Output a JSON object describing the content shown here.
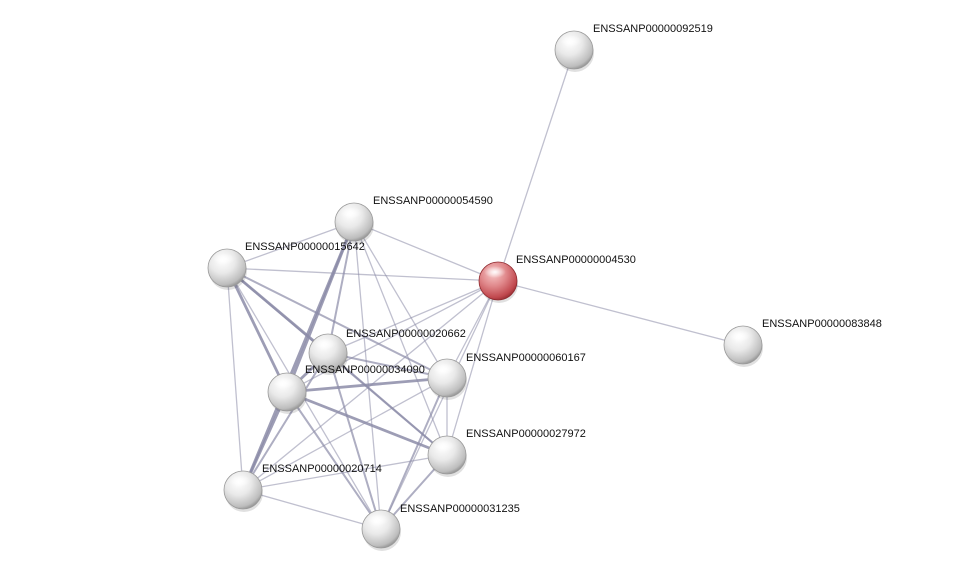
{
  "network": {
    "nodes": [
      {
        "id": "ENSSANP00000092519",
        "label": "ENSSANP00000092519",
        "color": "gray"
      },
      {
        "id": "ENSSANP00000054590",
        "label": "ENSSANP00000054590",
        "color": "gray"
      },
      {
        "id": "ENSSANP00000015642",
        "label": "ENSSANP00000015642",
        "color": "gray"
      },
      {
        "id": "ENSSANP00000004530",
        "label": "ENSSANP00000004530",
        "color": "red"
      },
      {
        "id": "ENSSANP00000083848",
        "label": "ENSSANP00000083848",
        "color": "gray"
      },
      {
        "id": "ENSSANP00000020662",
        "label": "ENSSANP00000020662",
        "color": "gray"
      },
      {
        "id": "ENSSANP00000034090",
        "label": "ENSSANP00000034090",
        "color": "gray"
      },
      {
        "id": "ENSSANP00000060167",
        "label": "ENSSANP00000060167",
        "color": "gray"
      },
      {
        "id": "ENSSANP00000027972",
        "label": "ENSSANP00000027972",
        "color": "gray"
      },
      {
        "id": "ENSSANP00000020714",
        "label": "ENSSANP00000020714",
        "color": "gray"
      },
      {
        "id": "ENSSANP00000031235",
        "label": "ENSSANP00000031235",
        "color": "gray"
      }
    ],
    "edges": [
      {
        "source": "ENSSANP00000004530",
        "target": "ENSSANP00000092519",
        "strength": "weak"
      },
      {
        "source": "ENSSANP00000004530",
        "target": "ENSSANP00000083848",
        "strength": "weak"
      },
      {
        "source": "ENSSANP00000004530",
        "target": "ENSSANP00000054590",
        "strength": "weak"
      },
      {
        "source": "ENSSANP00000004530",
        "target": "ENSSANP00000015642",
        "strength": "weak"
      },
      {
        "source": "ENSSANP00000004530",
        "target": "ENSSANP00000020662",
        "strength": "weak"
      },
      {
        "source": "ENSSANP00000004530",
        "target": "ENSSANP00000034090",
        "strength": "weak"
      },
      {
        "source": "ENSSANP00000004530",
        "target": "ENSSANP00000060167",
        "strength": "weak"
      },
      {
        "source": "ENSSANP00000004530",
        "target": "ENSSANP00000027972",
        "strength": "weak"
      },
      {
        "source": "ENSSANP00000004530",
        "target": "ENSSANP00000020714",
        "strength": "weak"
      },
      {
        "source": "ENSSANP00000004530",
        "target": "ENSSANP00000031235",
        "strength": "weak"
      },
      {
        "source": "ENSSANP00000054590",
        "target": "ENSSANP00000015642",
        "strength": "weak"
      },
      {
        "source": "ENSSANP00000054590",
        "target": "ENSSANP00000034090",
        "strength": "strong"
      },
      {
        "source": "ENSSANP00000054590",
        "target": "ENSSANP00000020662",
        "strength": "medium"
      },
      {
        "source": "ENSSANP00000054590",
        "target": "ENSSANP00000060167",
        "strength": "weak"
      },
      {
        "source": "ENSSANP00000054590",
        "target": "ENSSANP00000027972",
        "strength": "weak"
      },
      {
        "source": "ENSSANP00000054590",
        "target": "ENSSANP00000020714",
        "strength": "strong"
      },
      {
        "source": "ENSSANP00000054590",
        "target": "ENSSANP00000031235",
        "strength": "weak"
      },
      {
        "source": "ENSSANP00000015642",
        "target": "ENSSANP00000034090",
        "strength": "strong"
      },
      {
        "source": "ENSSANP00000015642",
        "target": "ENSSANP00000020662",
        "strength": "strong"
      },
      {
        "source": "ENSSANP00000015642",
        "target": "ENSSANP00000060167",
        "strength": "medium"
      },
      {
        "source": "ENSSANP00000015642",
        "target": "ENSSANP00000020714",
        "strength": "weak"
      },
      {
        "source": "ENSSANP00000015642",
        "target": "ENSSANP00000027972",
        "strength": "medium"
      },
      {
        "source": "ENSSANP00000015642",
        "target": "ENSSANP00000031235",
        "strength": "weak"
      },
      {
        "source": "ENSSANP00000020662",
        "target": "ENSSANP00000034090",
        "strength": "strong"
      },
      {
        "source": "ENSSANP00000020662",
        "target": "ENSSANP00000060167",
        "strength": "medium"
      },
      {
        "source": "ENSSANP00000020662",
        "target": "ENSSANP00000027972",
        "strength": "medium"
      },
      {
        "source": "ENSSANP00000020662",
        "target": "ENSSANP00000031235",
        "strength": "medium"
      },
      {
        "source": "ENSSANP00000020662",
        "target": "ENSSANP00000020714",
        "strength": "medium"
      },
      {
        "source": "ENSSANP00000034090",
        "target": "ENSSANP00000060167",
        "strength": "strong"
      },
      {
        "source": "ENSSANP00000034090",
        "target": "ENSSANP00000027972",
        "strength": "strong"
      },
      {
        "source": "ENSSANP00000034090",
        "target": "ENSSANP00000020714",
        "strength": "strong"
      },
      {
        "source": "ENSSANP00000034090",
        "target": "ENSSANP00000031235",
        "strength": "medium"
      },
      {
        "source": "ENSSANP00000060167",
        "target": "ENSSANP00000027972",
        "strength": "weak"
      },
      {
        "source": "ENSSANP00000060167",
        "target": "ENSSANP00000020714",
        "strength": "weak"
      },
      {
        "source": "ENSSANP00000060167",
        "target": "ENSSANP00000031235",
        "strength": "medium"
      },
      {
        "source": "ENSSANP00000027972",
        "target": "ENSSANP00000020714",
        "strength": "weak"
      },
      {
        "source": "ENSSANP00000027972",
        "target": "ENSSANP00000031235",
        "strength": "medium"
      },
      {
        "source": "ENSSANP00000020714",
        "target": "ENSSANP00000031235",
        "strength": "weak"
      }
    ]
  },
  "colors": {
    "background": "#ffffff",
    "edge": "#8c8ca8",
    "label": "#111111",
    "node_gray_light": "#ffffff",
    "node_gray_mid": "#d6d6d6",
    "node_gray_dark": "#8a8a8a",
    "node_red_light": "#f7c7c7",
    "node_red_mid": "#d66a6e",
    "node_red_dark": "#8f2a2f"
  }
}
